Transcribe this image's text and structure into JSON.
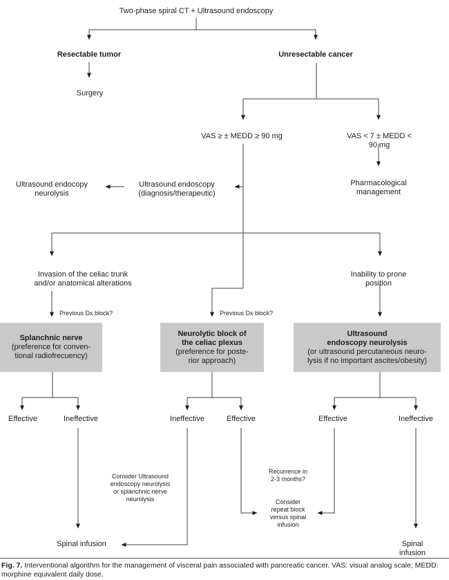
{
  "palette": {
    "box_fill": "#c9c9c9",
    "line": "#3c3c3c",
    "arrow": "#1c1c1c",
    "text": "#1c1c1c"
  },
  "flow": {
    "root": "Two-phase spiral CT + Ultrasound endoscopy",
    "resectable": "Resectable tumor",
    "surgery": "Surgery",
    "unresectable": "Unresectable cancer",
    "vas_high": "VAS ≥ ± MEDD ≥ 90 mg",
    "vas_low": "VAS < 7 ± MEDD < 90 mg",
    "pharmacological": "Pharmacological\nmanagement",
    "ue_diagnostic": "Ultrasound endoscopy\n(diagnosis/therapeutic)",
    "ue_neurolysis": "Ultrasound endocopy\nneurolysis",
    "invasion": "Invasion of the celiac trunk\nand/or anatomical alterations",
    "inability": "Inability to prone position",
    "previous_dx_left": "Previous Dx block?",
    "previous_dx_mid": "Previous Dx block?",
    "boxes": [
      {
        "title": "Splanchnic nerve",
        "sub": "(preference for conven-\ntional radiofrecuency)"
      },
      {
        "title": "Neurolytic block of\nthe celiac plexus",
        "sub": "(preference for poste-\nrior approach)"
      },
      {
        "title": "Ultrasound\nendoscopy neurolysis",
        "sub": "(or ultrasound percutaneous neuro-\nlysis if no important ascites/obesity)"
      }
    ],
    "outcomes": {
      "left_effective": "Effective",
      "left_ineffective": "Ineffective",
      "mid_ineffective": "Ineffective",
      "mid_effective": "Effective",
      "right_effective": "Effective",
      "right_ineffective": "Ineffective"
    },
    "notes": {
      "consider_ue": "Consider Ultrasound\nendoscopy neurolysis\nor splanchnic nerve\nneurolysis",
      "recurrence": "Recurrence in\n2-3 months?",
      "consider_repeat": "Consider\nrepeat block\nversus spinal\ninfusion"
    },
    "spinal_left": "Spinal infusion",
    "spinal_right": "Spinal infusion"
  },
  "caption": {
    "label": "Fig. 7.",
    "text": "Interventional algorithm for the management of visceral pain associated with pancreatic cancer. VAS: visual analog scale; MEDD: morphine equivalent daily dose."
  }
}
